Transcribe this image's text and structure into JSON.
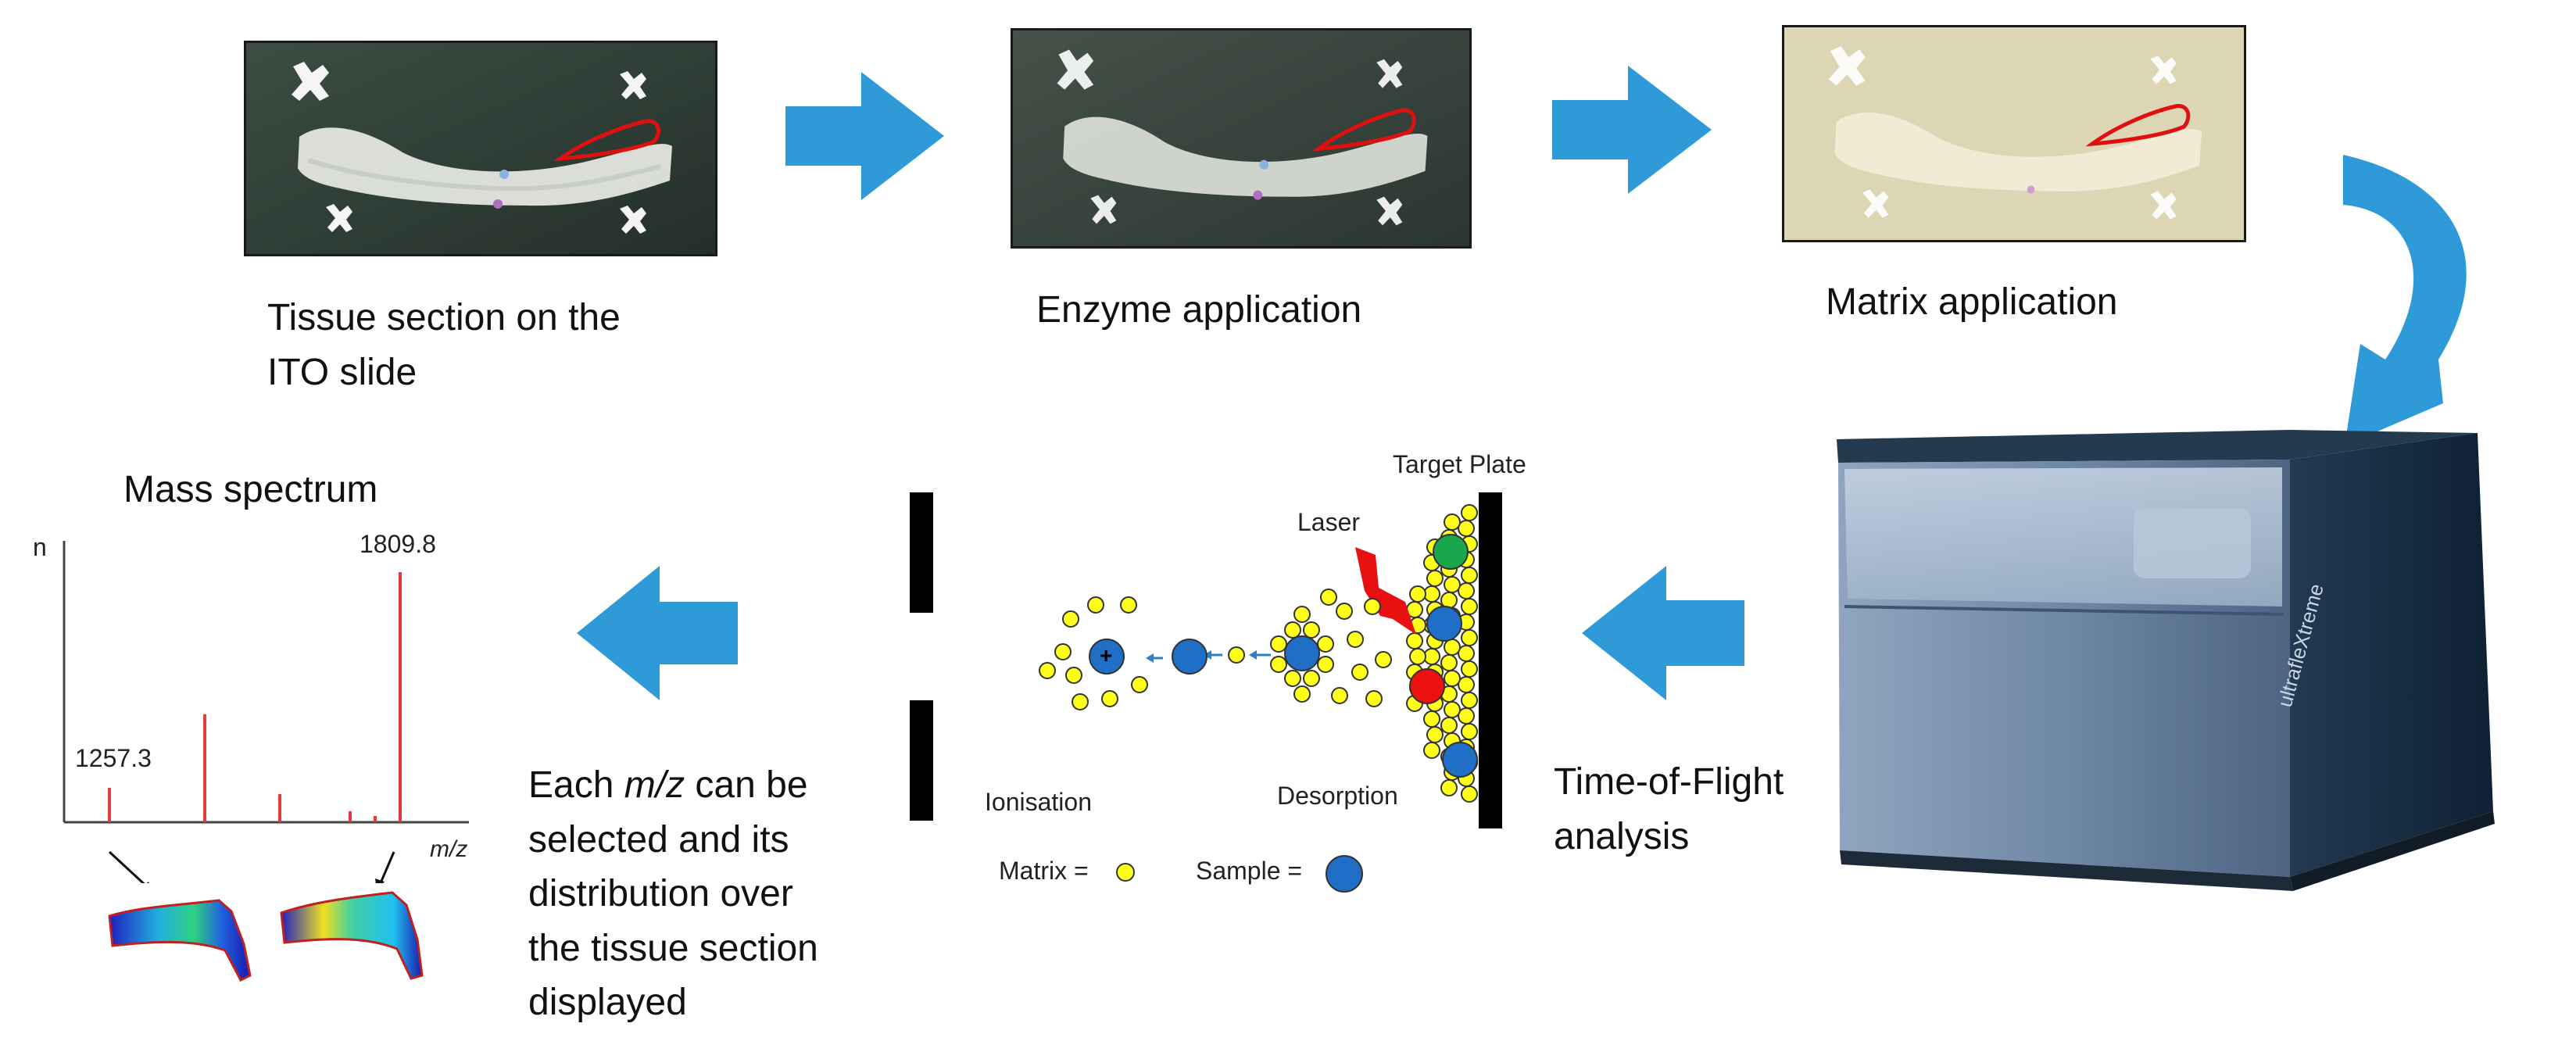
{
  "steps": {
    "tissue_section": "Tissue section on the\nITO slide",
    "enzyme": "Enzyme application",
    "matrix": "Matrix application",
    "tof": "Time-of-Flight\nanalysis",
    "mass_spectrum_title": "Mass spectrum"
  },
  "spectrum": {
    "y_label": "n",
    "x_label": "m/z",
    "peak_label_1": "1257.3",
    "peak_label_2": "1809.8"
  },
  "explanation": {
    "line1_pre": "Each ",
    "line1_italic": "m/z",
    "line1_post": " can be",
    "rest": "selected and its\ndistribution over\nthe tissue section\ndisplayed"
  },
  "maldi": {
    "target_plate": "Target Plate",
    "laser": "Laser",
    "ionisation": "Ionisation",
    "desorption": "Desorption",
    "ion_charge": "+",
    "legend_matrix": "Matrix =",
    "legend_sample": "Sample ="
  },
  "instrument": {
    "brand": "ultrafleXtreme"
  },
  "colors": {
    "arrow_blue": "#2e9ad8",
    "matrix_yellow": "#ffff1a",
    "sample_blue": "#1f6fc7",
    "green_analyte": "#1aa64a",
    "red_analyte": "#ee1111",
    "spectrum_red": "#e23c3c",
    "roi_red": "#e01010"
  }
}
